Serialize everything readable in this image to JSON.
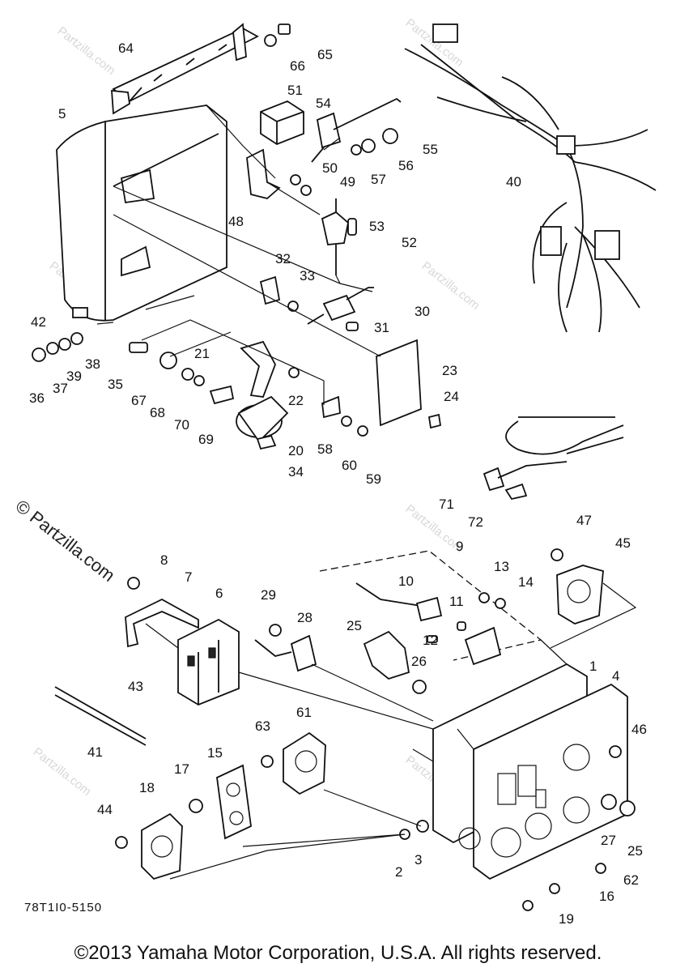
{
  "diagram": {
    "callouts": [
      "64",
      "65",
      "66",
      "51",
      "54",
      "55",
      "56",
      "57",
      "5",
      "50",
      "49",
      "48",
      "40",
      "53",
      "52",
      "32",
      "33",
      "30",
      "31",
      "42",
      "36",
      "37",
      "39",
      "38",
      "35",
      "67",
      "68",
      "70",
      "69",
      "21",
      "22",
      "23",
      "24",
      "20",
      "34",
      "58",
      "60",
      "59",
      "71",
      "72",
      "8",
      "7",
      "6",
      "43",
      "29",
      "28",
      "25",
      "26",
      "10",
      "11",
      "12",
      "13",
      "14",
      "9",
      "45",
      "47",
      "1",
      "4",
      "46",
      "41",
      "17",
      "15",
      "63",
      "61",
      "18",
      "44",
      "2",
      "3",
      "27",
      "62",
      "16",
      "19"
    ],
    "watermark_text": "© Partzilla.com",
    "repeat_watermark": "Partzilla.com",
    "drawing_code": "78T1I0-5150",
    "copyright": "©2013 Yamaha Motor Corporation, U.S.A. All rights reserved."
  }
}
